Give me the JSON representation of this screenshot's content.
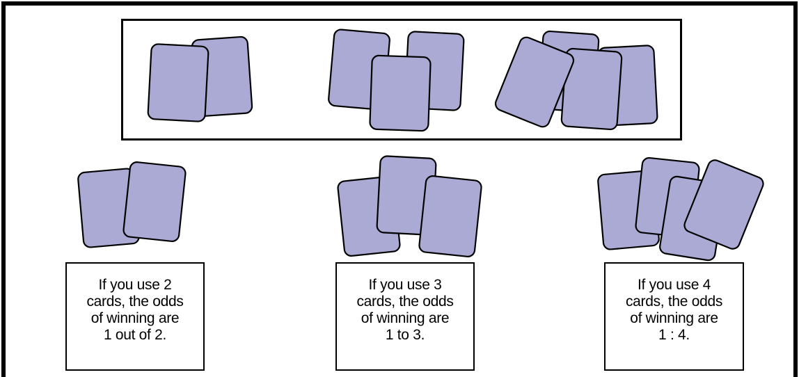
{
  "colors": {
    "card_fill": "#abaad4",
    "outline": "#000000",
    "background": "#ffffff"
  },
  "top_row_groups": [
    {
      "card_count": 2
    },
    {
      "card_count": 3
    },
    {
      "card_count": 4
    }
  ],
  "examples": [
    {
      "card_count": 2,
      "caption": "If you use 2\ncards, the odds\nof winning are\n1 out of 2."
    },
    {
      "card_count": 3,
      "caption": "If you use 3\ncards, the odds\nof winning are\n1 to 3."
    },
    {
      "card_count": 4,
      "caption": "If you use 4\ncards, the odds\nof winning are\n1 : 4."
    }
  ]
}
